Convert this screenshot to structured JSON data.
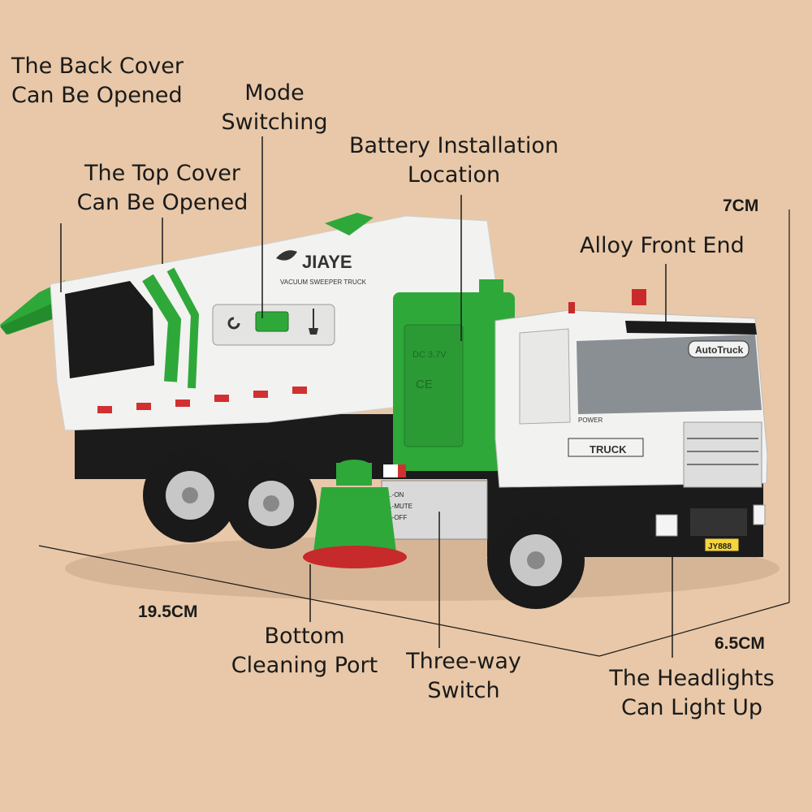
{
  "colors": {
    "background": "#e8c8a8",
    "truck_green": "#2fa83a",
    "truck_white": "#f2f2f0",
    "chassis_black": "#1b1b1b",
    "brush_red": "#c62a2a",
    "leader_line": "#1a1a1a"
  },
  "callouts": {
    "back_cover": [
      "The Back Cover",
      "Can Be Opened"
    ],
    "mode_switching": [
      "Mode",
      "Switching"
    ],
    "battery_location": [
      "Battery Installation",
      "Location"
    ],
    "top_cover": [
      "The Top Cover",
      "Can Be Opened"
    ],
    "alloy_front": [
      "Alloy Front End"
    ],
    "bottom_port": [
      "Bottom",
      "Cleaning Port"
    ],
    "three_way_switch": [
      "Three-way",
      "Switch"
    ],
    "headlights": [
      "The Headlights",
      "Can Light Up"
    ]
  },
  "dimensions": {
    "height": "7CM",
    "length": "19.5CM",
    "width": "6.5CM"
  },
  "truck_markings": {
    "brand": "JIAYE",
    "subtitle": "VACUUM SWEEPER TRUCK",
    "grille_badge": "AutoTruck",
    "door_text": "TRUCK",
    "plate": "JY888",
    "power_text": "POWER",
    "battery_text": "DC 3.7V",
    "switch_positions": [
      "1.-ON",
      "2.-MUTE",
      "3.-OFF"
    ]
  },
  "icons": [
    "hook-icon",
    "broom-icon",
    "leaf-icon",
    "ce-mark-icon"
  ]
}
